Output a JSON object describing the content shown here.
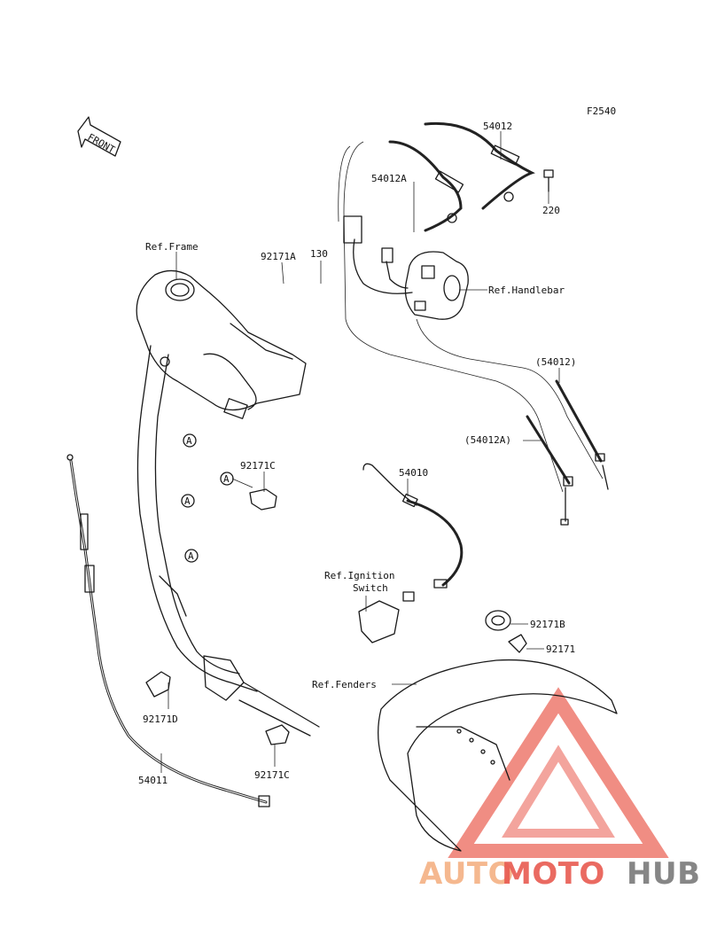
{
  "diagram_code": "F2540",
  "front_marker": "FRONT",
  "ref_marker": "A",
  "labels": {
    "p54012": "54012",
    "p54012a": "54012A",
    "p220": "220",
    "p92171a": "92171A",
    "p130": "130",
    "ref_frame": "Ref.Frame",
    "ref_handlebar": "Ref.Handlebar",
    "p54012_paren": "(54012)",
    "p54012a_paren": "(54012A)",
    "p92171c_top": "92171C",
    "p54010": "54010",
    "ref_ignition_1": "Ref.Ignition",
    "ref_ignition_2": "Switch",
    "p92171b": "92171B",
    "p92171": "92171",
    "ref_fenders": "Ref.Fenders",
    "p92171d": "92171D",
    "p92171c_bottom": "92171C",
    "p54011": "54011"
  },
  "watermark": {
    "part1": "AUTO",
    "part2": "MOTO",
    "part3": "HUB",
    "color1": "#f4b183",
    "color2": "#e85a50",
    "color3": "#7a7a7a",
    "triangle_color": "#e84c3d"
  }
}
